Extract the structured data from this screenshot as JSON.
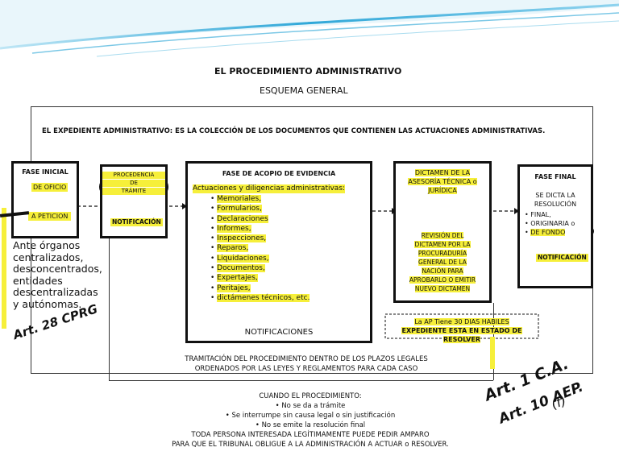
{
  "header": {
    "title": "EL PROCEDIMIENTO ADMINISTRATIVO",
    "subtitle": "ESQUEMA GENERAL"
  },
  "definition": "EL EXPEDIENTE ADMINISTRATIVO: ES LA COLECCIÓN DE LOS DOCUMENTOS QUE CONTIENEN LAS ACTUACIONES ADMINISTRATIVAS.",
  "fase_inicial": {
    "title": "FASE INICIAL",
    "items": [
      "DE OFICIO",
      "A PETICION"
    ]
  },
  "procedencia": {
    "lines": [
      "PROCEDENCIA",
      "DE",
      "TRÁMITE"
    ],
    "notificacion": "NOTIFICACIÓN"
  },
  "fase_acopio": {
    "title": "FASE DE ACOPIO DE EVIDENCIA",
    "subtitle": "Actuaciones y diligencias administrativas:",
    "items": [
      "Memoriales,",
      "Formularios,",
      "Declaraciones",
      "Informes,",
      "Inspecciones,",
      "Reparos,",
      "Liquidaciones,",
      "Documentos,",
      "Expertajes,",
      "Peritajes,",
      "dictámenes técnicos, etc."
    ],
    "footer": "NOTIFICACIONES"
  },
  "dictamen": {
    "title_lines": [
      "DICTAMEN DE LA",
      "ASESORÍA TÉCNICA o",
      "JURÍDICA"
    ],
    "body_lines": [
      "REVISIÓN DEL",
      "DICTAMEN POR LA",
      "PROCURADURÍA",
      "GENERAL DE LA",
      "NACIÓN PARA",
      "APROBARLO O EMITIR",
      "NUEVO DICTAMEN"
    ]
  },
  "fase_final": {
    "title": "FASE FINAL",
    "lines": [
      "SE DICTA LA",
      "RESOLUCIÓN"
    ],
    "bullets": [
      "FINAL,",
      "ORIGINARIA o",
      "DE FONDO"
    ],
    "notificacion": "NOTIFICACIÓN"
  },
  "ap_note": {
    "line1": "La AP Tiene 30 DIAS HABILES",
    "line2": "EXPEDIENTE ESTA EN ESTADO DE RESOLVER"
  },
  "tramitacion": {
    "line1": "TRAMITACIÓN DEL PROCEDIMIENTO DENTRO DE LOS PLAZOS LEGALES",
    "line2": "ORDENADOS POR LAS LEYES Y REGLAMENTOS PARA CADA CASO"
  },
  "cuando": {
    "title": "CUANDO EL PROCEDIMIENTO:",
    "bullets": [
      "No se da a trámite",
      "Se interrumpe sin causa legal o sin justificación",
      "No se emite la resolución final"
    ],
    "line1": "TODA PERSONA INTERESADA LEGÍTIMAMENTE PUEDE PEDIR AMPARO",
    "line2": "PARA QUE EL TRIBUNAL OBLIGUE A LA ADMINISTRACIÓN A ACTUAR o RESOLVER."
  },
  "handwritten": {
    "left_lines": [
      "Ante órganos",
      "centralizados,",
      "desconcentrados,",
      "entidades",
      "descentralizadas",
      "y autónomas."
    ],
    "left_ref": "Art. 28 CPRG",
    "right_ref1": "Art. 1 C.A.",
    "right_ref2": "Art. 10 AEP.",
    "right_ref3": "(f)"
  },
  "colors": {
    "highlight": "#f6ef3a",
    "wave": "#2fa7d8",
    "ink": "#111111"
  }
}
